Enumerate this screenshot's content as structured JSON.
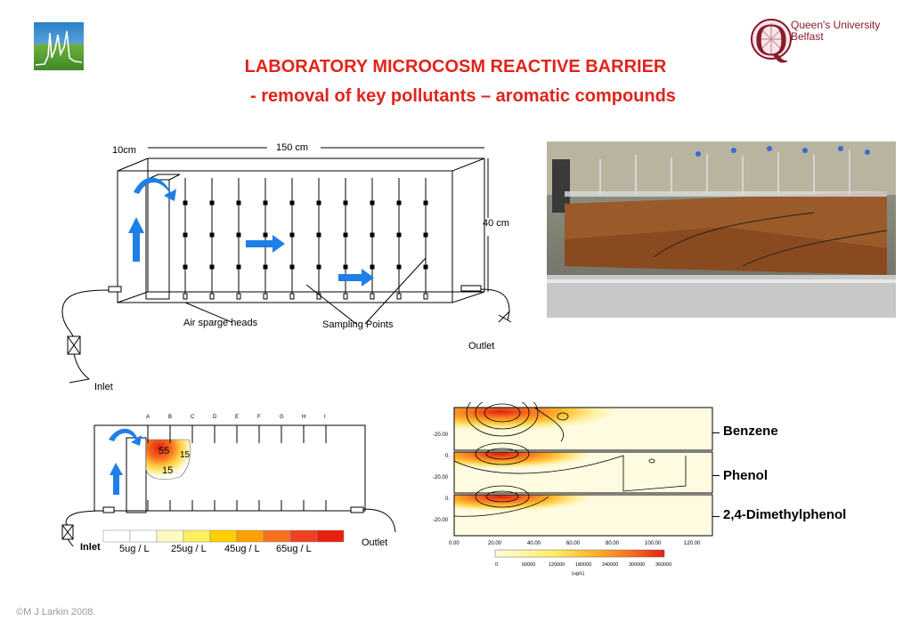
{
  "title": {
    "line1": "LABORATORY MICROCOSM REACTIVE BARRIER",
    "line2": "- removal of key pollutants – aromatic compounds"
  },
  "logo_right": {
    "line1": "Queen's University",
    "line2": "Belfast",
    "letter": "Q"
  },
  "diagram": {
    "width_label": "150 cm",
    "depth_label": "10cm",
    "height_label": "40 cm",
    "air_sparge": "Air sparge heads",
    "sampling": "Sampling Points",
    "outlet": "Outlet",
    "inlet": "Inlet"
  },
  "lower_diagram": {
    "columns": [
      "A",
      "B",
      "C",
      "D",
      "E",
      "F",
      "G",
      "H",
      "I"
    ],
    "contours": [
      "55",
      "15",
      "15"
    ],
    "outlet": "Outlet",
    "inlet": "Inlet",
    "legend_labels": [
      "5ug / L",
      "25ug / L",
      "45ug / L",
      "65ug / L"
    ],
    "legend_colors": [
      "#ffffff",
      "#ffffff",
      "#fffac0",
      "#fff060",
      "#ffd000",
      "#ffa000",
      "#f87020",
      "#f04020",
      "#e82010"
    ]
  },
  "plots": {
    "y_ticks": [
      "-20.00",
      "0.",
      "-20.00",
      "0.",
      "-20.00"
    ],
    "x_ticks": [
      "0.00",
      "20.00",
      "40.00",
      "60.00",
      "80.00",
      "100.00",
      "120.00"
    ],
    "colorbar_ticks": [
      "0",
      "60000",
      "120000",
      "180000",
      "240000",
      "300000",
      "360000"
    ],
    "colorbar_unit": "(ug/L)",
    "panels": [
      "Benzene",
      "Phenol",
      "2,4-Dimethylphenol"
    ]
  },
  "copyright": "©M J Larkin 2008.",
  "colors": {
    "title": "#e1241b",
    "arrow": "#1e7fe6",
    "qub": "#8a1a2c"
  }
}
